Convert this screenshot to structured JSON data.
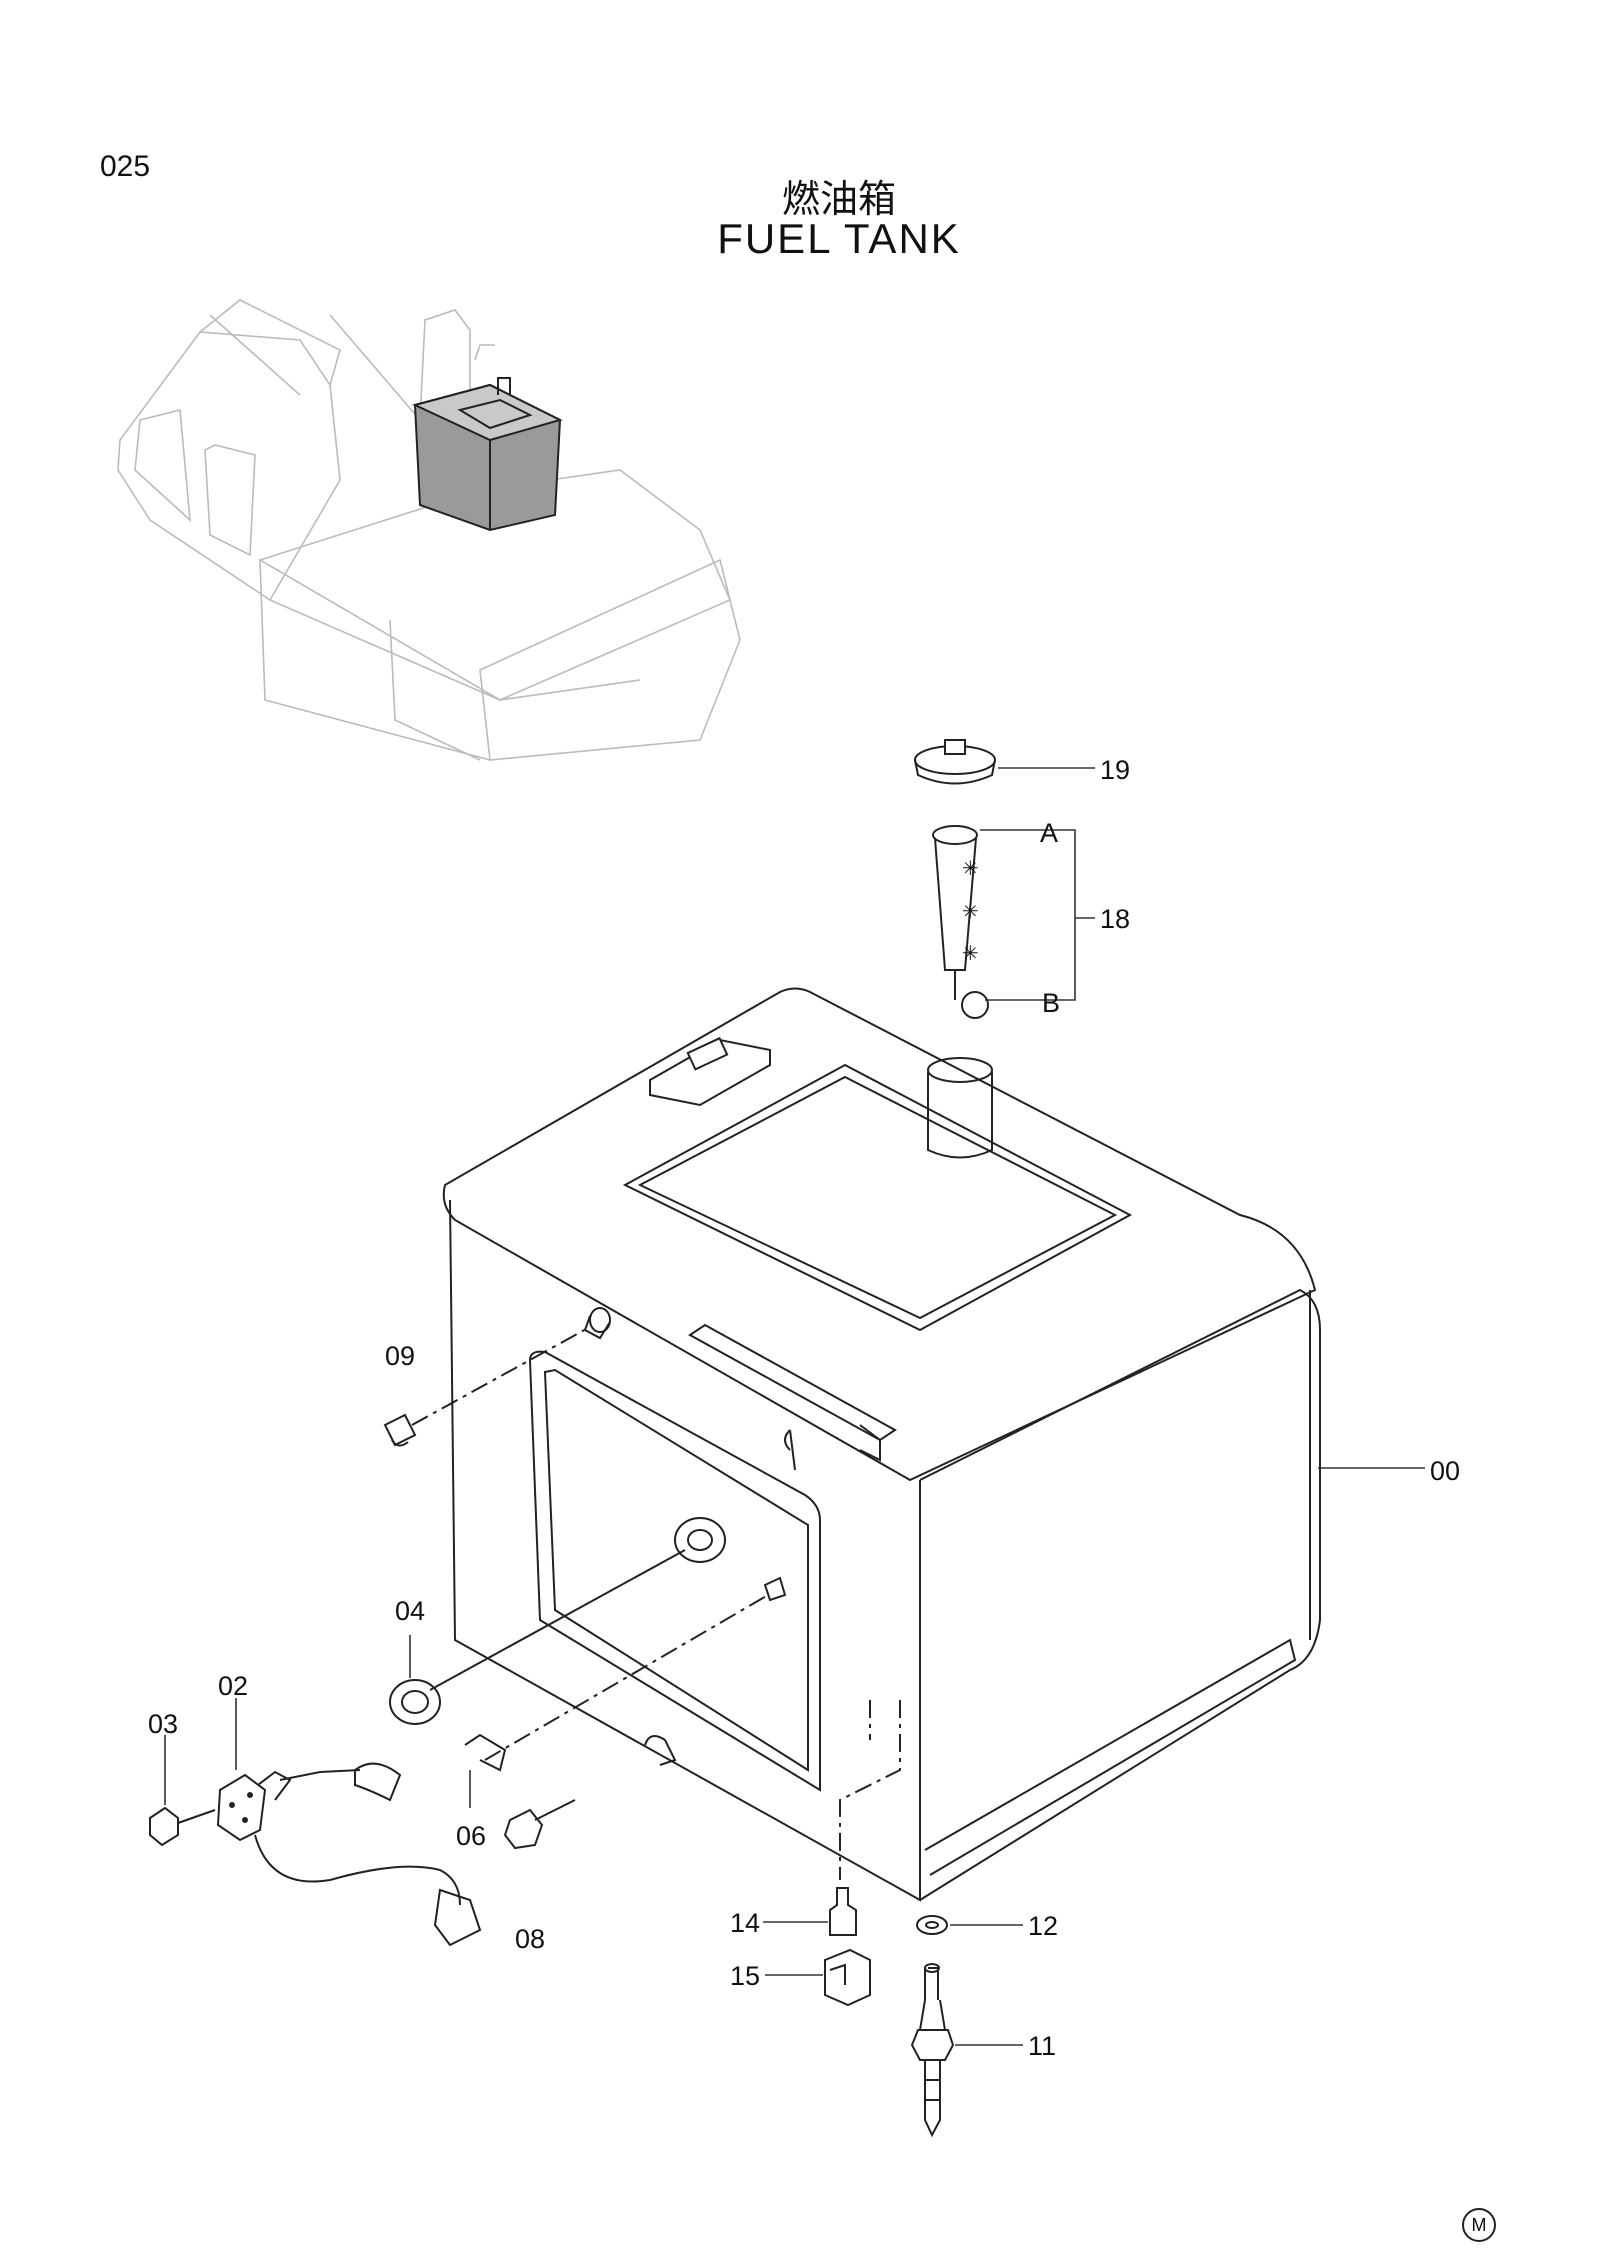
{
  "header": {
    "page_number": "025",
    "title_cn": "燃油箱",
    "title_en": "FUEL TANK"
  },
  "callouts": {
    "c00": "00",
    "c02": "02",
    "c03": "03",
    "c04": "04",
    "c06": "06",
    "c08": "08",
    "c09": "09",
    "c11": "11",
    "c12": "12",
    "c14": "14",
    "c15": "15",
    "c18": "18",
    "c19": "19",
    "cA": "A",
    "cB": "B"
  },
  "footer": {
    "mark": "M"
  }
}
